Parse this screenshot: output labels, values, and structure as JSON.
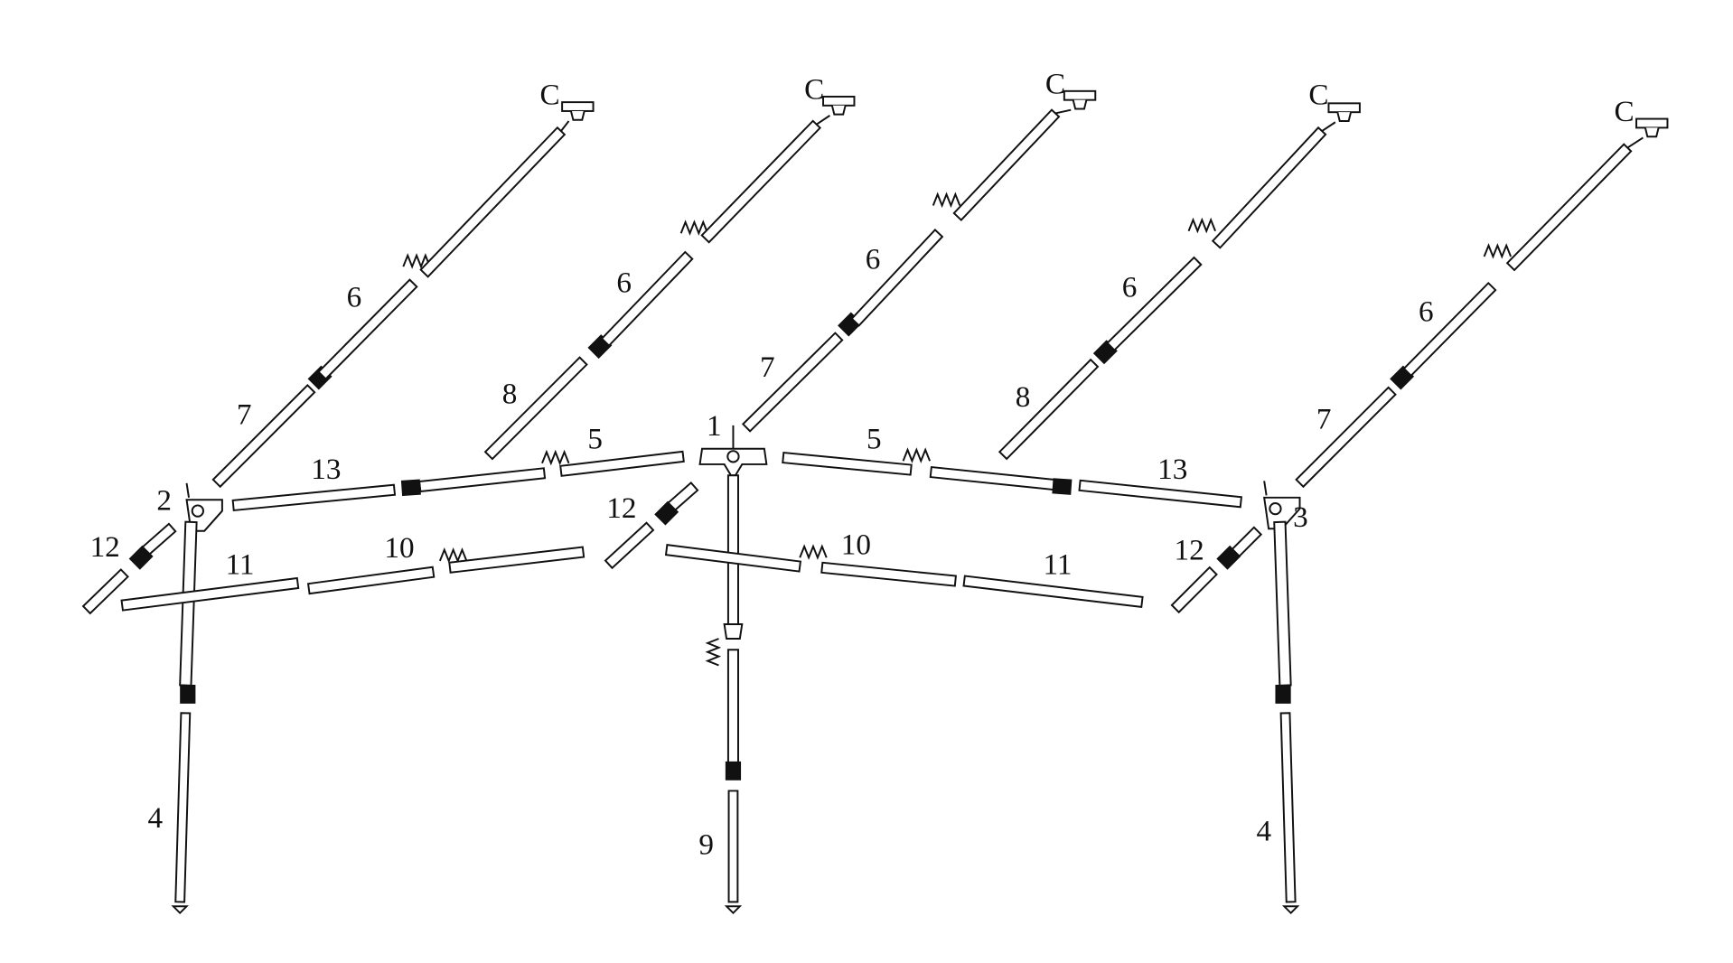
{
  "diagram": {
    "title": "Awning frame parts diagram",
    "part_labels": {
      "ridge_center": "1",
      "corner_left": "2",
      "corner_right": "3",
      "leg_left": "4",
      "leg_right": "4",
      "ridge_left_5": "5",
      "ridge_right_5": "5",
      "rafter1_6": "6",
      "rafter2_6": "6",
      "rafter3_6": "6",
      "rafter4_6": "6",
      "rafter5_6": "6",
      "rafter1_7": "7",
      "rafter3_7": "7",
      "rafter5_7": "7",
      "rafter2_8": "8",
      "rafter4_8": "8",
      "center_leg_9": "9",
      "eave_left_10": "10",
      "eave_right_10": "10",
      "eave_left_11": "11",
      "eave_right_11": "11",
      "brace_left_12": "12",
      "brace_center_12": "12",
      "brace_right_12": "12",
      "ridge_left_13": "13",
      "ridge_right_13": "13",
      "clip1": "C",
      "clip2": "C",
      "clip3": "C",
      "clip4": "C",
      "clip5": "C"
    }
  }
}
